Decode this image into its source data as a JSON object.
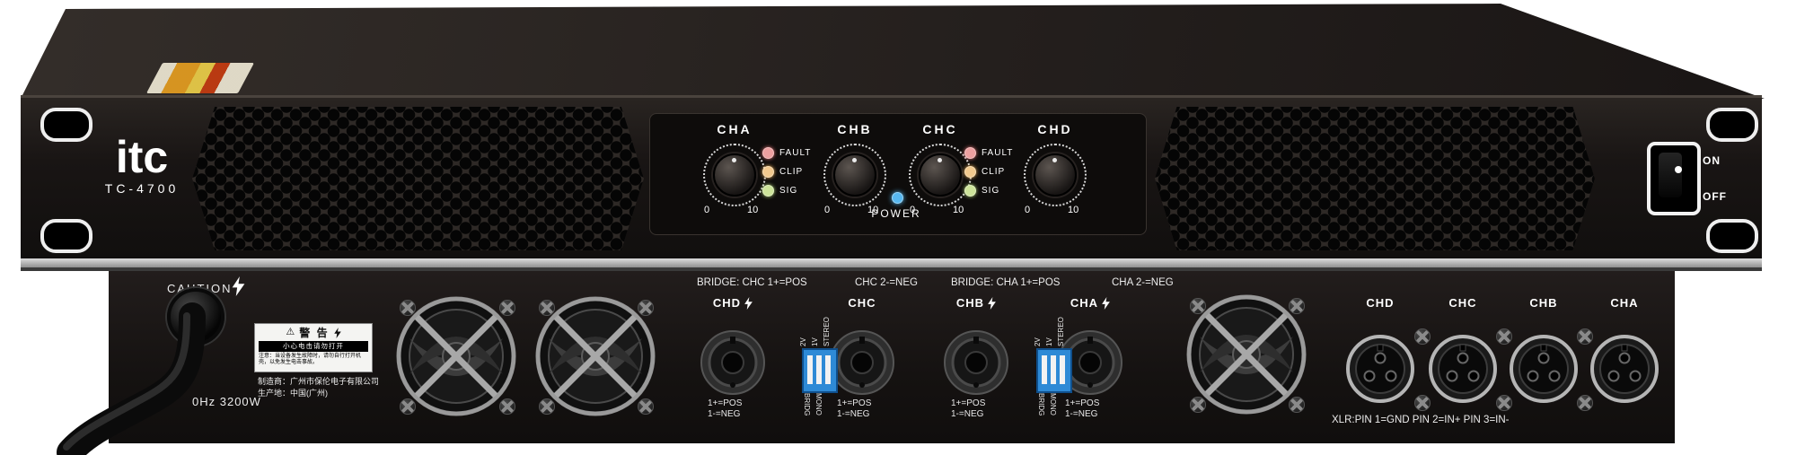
{
  "device": {
    "brand": "itc",
    "model": "TC-4700"
  },
  "front": {
    "channels": [
      {
        "label": "CHA"
      },
      {
        "label": "CHB"
      },
      {
        "label": "CHC"
      },
      {
        "label": "CHD"
      }
    ],
    "knob_scale": {
      "min": "0",
      "max": "10"
    },
    "leds": [
      {
        "label": "FAULT",
        "color": "#e87b7b"
      },
      {
        "label": "CLIP",
        "color": "#f0b35c"
      },
      {
        "label": "SIG",
        "color": "#b4d878"
      }
    ],
    "power_label": "POWER",
    "power_led_color": "#57b7ef",
    "switch": {
      "on": "ON",
      "off": "OFF"
    }
  },
  "rear": {
    "caution": "CAUTION",
    "warning_sticker": {
      "title": "警 告",
      "subtitle": "小心电击请勿打开",
      "note": "注意：当设备发生故障时，请勿自行打开机壳，以免发生电击事故。"
    },
    "manufacturer": [
      "制造商：广州市保伦电子有限公司",
      "生产地：中国(广州)"
    ],
    "power_rating": "0Hz 3200W",
    "bridge_notes": [
      "BRIDGE: CHC 1+=POS",
      "CHC 2-=NEG",
      "BRIDGE: CHA 1+=POS",
      "CHA 2-=NEG"
    ],
    "speakon_outputs": [
      {
        "label": "CHD",
        "pos": "1+=POS",
        "neg": "1-=NEG"
      },
      {
        "label": "CHC",
        "pos": "1+=POS",
        "neg": "1-=NEG"
      },
      {
        "label": "CHB",
        "pos": "1+=POS",
        "neg": "1-=NEG"
      },
      {
        "label": "CHA",
        "pos": "1+=POS",
        "neg": "1-=NEG"
      }
    ],
    "dip_switch": {
      "top_labels": [
        "2V",
        "1V",
        "STEREO"
      ],
      "bottom_labels": [
        "BRIDG",
        "MONO"
      ]
    },
    "xlr_inputs": {
      "labels": [
        "CHD",
        "CHC",
        "CHB",
        "CHA"
      ],
      "pinout": "XLR:PIN 1=GND PIN 2=IN+ PIN 3=IN-"
    }
  }
}
